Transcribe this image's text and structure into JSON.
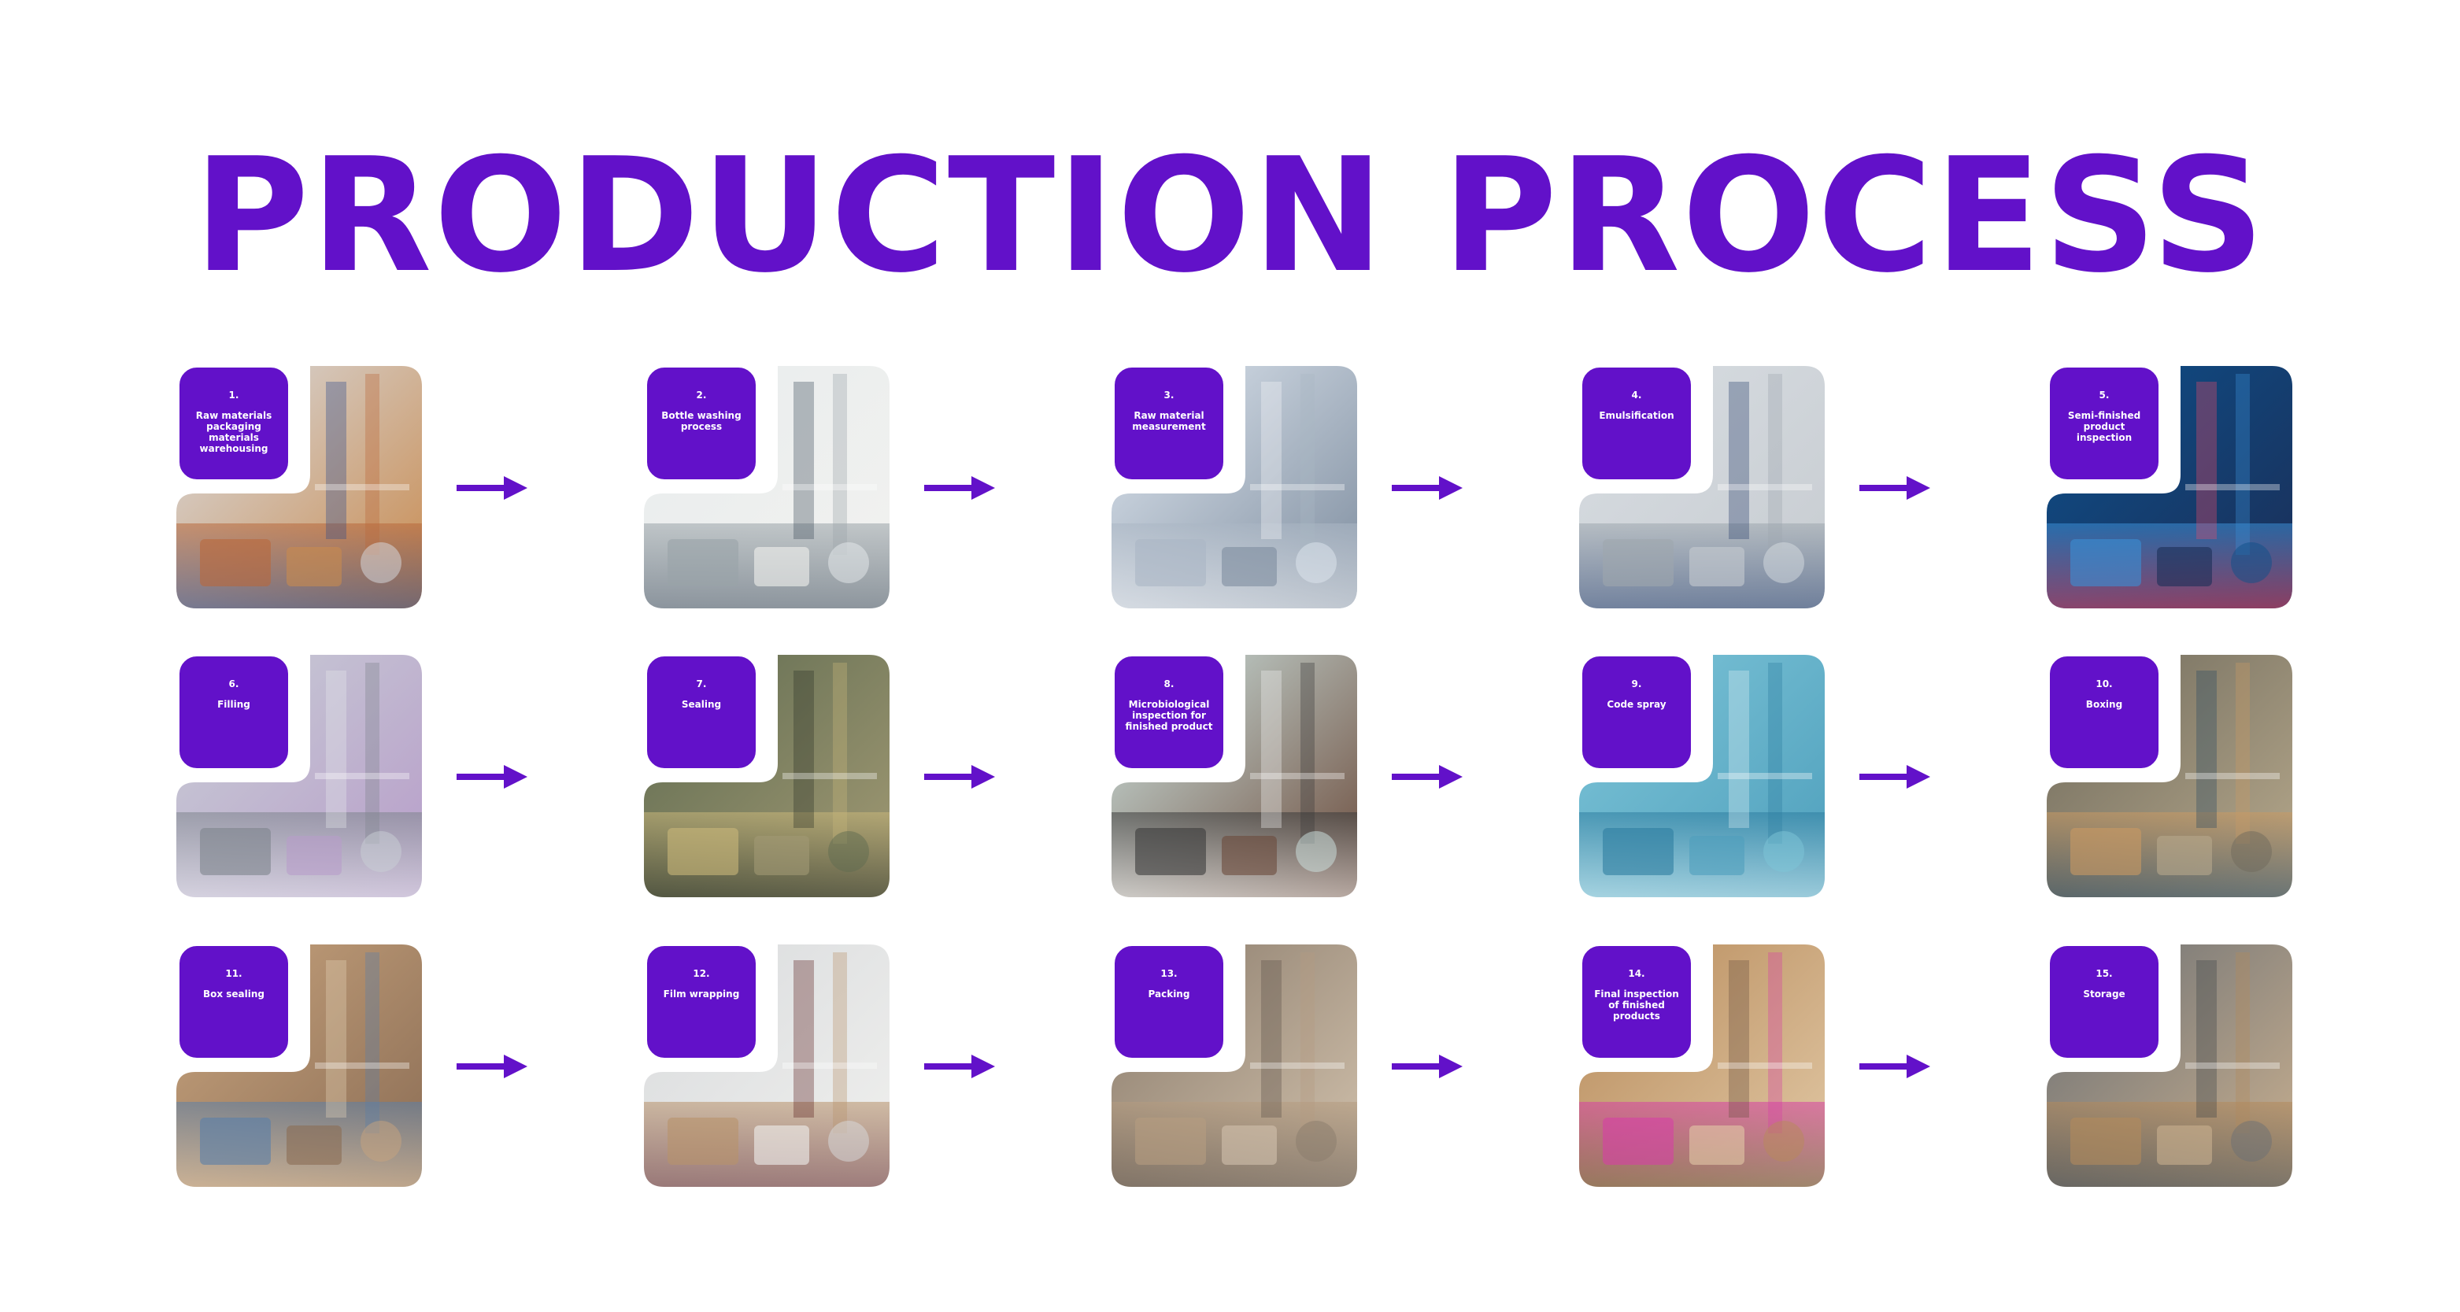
{
  "title": "PRODUCTION PROCESS",
  "colors": {
    "accent": "#6211c9",
    "background": "#ffffff"
  },
  "steps": [
    {
      "num": "1.",
      "label": "Raw materials packaging materials warehousing",
      "photo": "warehouse-shelves-pallet-jack",
      "palette": [
        "#d9dde3",
        "#b9683a",
        "#2f4b8c",
        "#c88a4e"
      ]
    },
    {
      "num": "2.",
      "label": "Bottle washing process",
      "photo": "bottle-washing-machine",
      "palette": [
        "#e8ecee",
        "#9aa3a8",
        "#3b4a5a",
        "#f2f2ef"
      ]
    },
    {
      "num": "3.",
      "label": "Raw material measurement",
      "photo": "lab-tanks-technicians",
      "palette": [
        "#dfe7f0",
        "#aab6c4",
        "#f6f7f9",
        "#7d8c9e"
      ]
    },
    {
      "num": "4.",
      "label": "Emulsification",
      "photo": "emulsification-tanks",
      "palette": [
        "#d8dde2",
        "#9ea7ae",
        "#27406e",
        "#c7ccd1"
      ]
    },
    {
      "num": "5.",
      "label": "Semi-finished product inspection",
      "photo": "automated-inspection-machine",
      "palette": [
        "#0d4f8a",
        "#3a8fd6",
        "#e94b6a",
        "#1b2e57"
      ]
    },
    {
      "num": "6.",
      "label": "Filling",
      "photo": "filling-nozzles-bottles",
      "palette": [
        "#c9cfd6",
        "#7d848c",
        "#e6e9ec",
        "#b79cc9"
      ]
    },
    {
      "num": "7.",
      "label": "Sealing",
      "photo": "sealing-line-bottles",
      "palette": [
        "#5f6b50",
        "#c9b77a",
        "#2d3328",
        "#a29a74"
      ]
    },
    {
      "num": "8.",
      "label": "Microbiological inspection for finished product",
      "photo": "scientist-microscope",
      "palette": [
        "#cfe6e4",
        "#3a3a3a",
        "#f4f4f4",
        "#6b4a3a"
      ]
    },
    {
      "num": "9.",
      "label": "Code spray",
      "photo": "code-spray-line",
      "palette": [
        "#7ec5d8",
        "#2d7da0",
        "#d9eef3",
        "#4e9fbc"
      ]
    },
    {
      "num": "10.",
      "label": "Boxing",
      "photo": "workers-boxing-line",
      "palette": [
        "#6f6a5c",
        "#c99a63",
        "#2c4a62",
        "#b7a98c"
      ]
    },
    {
      "num": "11.",
      "label": "Box sealing",
      "photo": "woman-taping-box",
      "palette": [
        "#c8a47e",
        "#5a7fa8",
        "#e6d3b8",
        "#8a6c54"
      ]
    },
    {
      "num": "12.",
      "label": "Film wrapping",
      "photo": "stretch-film-wrapping",
      "palette": [
        "#d9dbdd",
        "#b8926a",
        "#5b1f1f",
        "#f0f0ee"
      ]
    },
    {
      "num": "13.",
      "label": "Packing",
      "photo": "packed-pallets",
      "palette": [
        "#8a7b6b",
        "#b59c80",
        "#5c5149",
        "#d2c2ad"
      ]
    },
    {
      "num": "14.",
      "label": "Final inspection of finished products",
      "photo": "worker-barcode-scanner",
      "palette": [
        "#b78a5a",
        "#d63fa5",
        "#6a5040",
        "#e2c9a6"
      ]
    },
    {
      "num": "15.",
      "label": "Storage",
      "photo": "warehouse-storage-floor",
      "palette": [
        "#6b6f73",
        "#b38a5c",
        "#3f4549",
        "#c9b090"
      ]
    }
  ]
}
